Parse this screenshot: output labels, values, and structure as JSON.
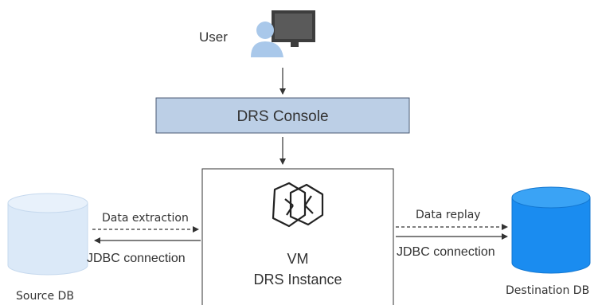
{
  "user": {
    "label": "User",
    "icon": "user-at-monitor-icon"
  },
  "console": {
    "label": "DRS Console",
    "fill": "#bccfe6",
    "stroke": "#4a5a73"
  },
  "instance": {
    "title": "VM",
    "subtitle": "DRS Instance",
    "icon": "drs-logo-icon"
  },
  "source": {
    "label": "Source DB",
    "fill": "#dbe9f8",
    "icon": "database-cylinder-icon"
  },
  "destination": {
    "label": "Destination DB",
    "fill": "#1a8cf0",
    "icon": "database-cylinder-icon"
  },
  "links": {
    "extraction": "Data extraction",
    "source_jdbc": "JDBC connection",
    "replay": "Data replay",
    "dest_jdbc": "JDBC connection"
  }
}
